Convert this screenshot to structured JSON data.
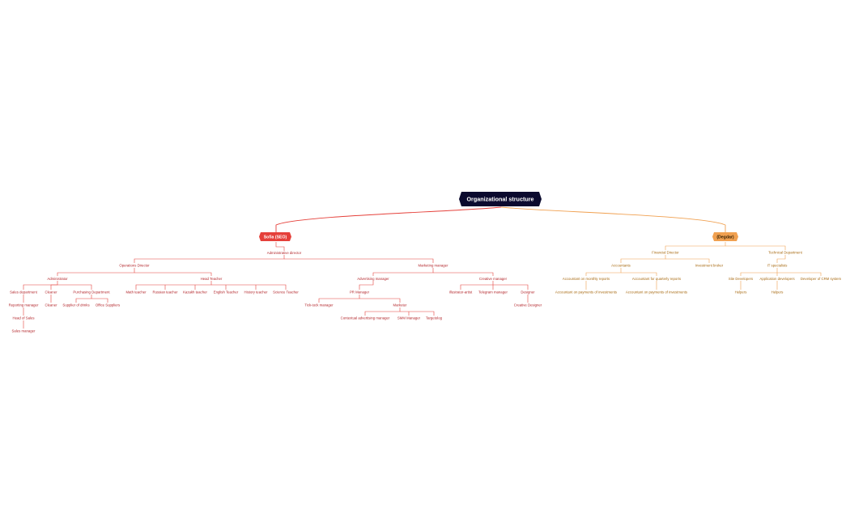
{
  "colors": {
    "background": "#ffffff",
    "root_fill": "#0b0a2e",
    "left_branch": "#e5403a",
    "right_branch": "#f0a050",
    "left_text": "#b3262b",
    "right_text": "#a86a12"
  },
  "root": {
    "label": "Organizational structure"
  },
  "left": {
    "label": "Sofia (SEO)",
    "admin_director": "Administrative director",
    "operations_director": "Operations Director",
    "administrator": "Administrator",
    "sales_department": "Sales department",
    "reporting_manager": "Reporting manager",
    "head_of_sales": "Head of Sales",
    "sales_manager": "Sales manager",
    "cleaner_1": "Cleaner",
    "cleaner_2": "Cleaner",
    "purchasing_department": "Purchasing Department",
    "supplier_of_drinks": "Supplier of drinks",
    "office_suppliers": "Office Suppliers",
    "head_teacher": "Head Teacher",
    "teachers": [
      "Math teacher",
      "Russian teacher",
      "Kazakh teacher",
      "English Teacher",
      "History teacher",
      "Science Teacher"
    ],
    "marketing_manager": "Marketing manager",
    "advertising_manager": "Advertising manager",
    "pr_manager": "PR Manager",
    "tick_tock_manager": "Tick-tock manager",
    "marketer": "Marketer",
    "marketer_children": [
      "Contextual advertising manager",
      "SMM Manager",
      "Targetolog"
    ],
    "creative_manager": "Creative manager",
    "illustrator": "Illustrator-artist",
    "telegram_manager": "Telegram manager",
    "designer": "Designer",
    "creative_designer": "Creative Designer"
  },
  "right": {
    "label": "(Degdar)",
    "financial_director": "Financial Director",
    "accountants": "Accountants",
    "accountant_monthly": "Accountant on monthly reports",
    "accountant_payments_1": "Accountant on payments of investments",
    "accountant_quarterly": "Accountant for quarterly reports",
    "accountant_payments_2": "Accountant on payments of investments",
    "investment_broker": "Investment broker",
    "technical_department": "Technical Department",
    "it_specialists": "IT specialists",
    "site_developers": "Site Developers",
    "helpers_1": "Helpers",
    "application_developers": "Application developers",
    "helpers_2": "Helpers",
    "crm_developer": "Developer of CRM system"
  }
}
